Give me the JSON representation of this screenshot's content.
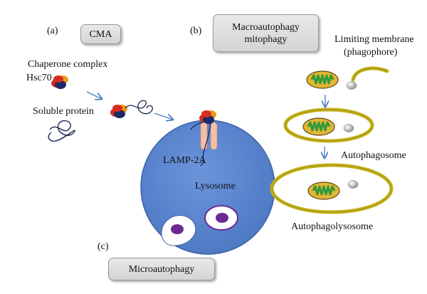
{
  "labels": {
    "panel_a": "(a)",
    "panel_b": "(b)",
    "panel_c": "(c)",
    "cma": "CMA",
    "macro_line1": "Macroautophagy",
    "macro_line2": "mitophagy",
    "micro": "Microautophagy",
    "chaperone_complex": "Chaperone complex",
    "hsc70": "Hsc70",
    "soluble_protein": "Soluble protein",
    "limiting_membrane": "Limiting membrane",
    "phagophore": "(phagophore)",
    "autophagosome": "Autophagosome",
    "autophagolysosome": "Autophagolysosome",
    "lamp2a": "LAMP-2A",
    "lysosome": "Lysosome"
  },
  "colors": {
    "lysosome_fill": "#5b86d0",
    "lysosome_stroke": "#3c62a6",
    "membrane": "#c3b21a",
    "mito_body": "#e3b534",
    "mito_cristae": "#2f9a3a",
    "chaperone_red": "#d42e1e",
    "chaperone_navy": "#1e2a66",
    "chaperone_orange": "#ee9a18",
    "lamp_pink": "#f3bfa8",
    "arrow": "#4a7ec2",
    "vesicle_purple": "#6a2a93"
  }
}
